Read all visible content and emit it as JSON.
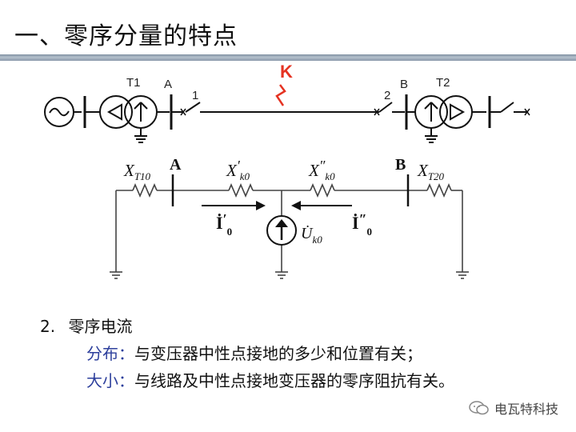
{
  "title": "一、零序分量的特点",
  "diagram": {
    "single_line": {
      "fault_label": "K",
      "t1": "T1",
      "bus_a": "A",
      "point1": "1",
      "point2": "2",
      "bus_b": "B",
      "t2": "T2"
    },
    "equivalent": {
      "bus_a": "A",
      "bus_b": "B",
      "xt10_base": "X",
      "xt10_sub": "T10",
      "xk0p_base": "X",
      "xk0p_prime": "′",
      "xk0p_sub": "k0",
      "xk0pp_base": "X",
      "xk0pp_prime": "″",
      "xk0pp_sub": "k0",
      "xt20_base": "X",
      "xt20_sub": "T20",
      "i0p_base": "İ",
      "i0p_prime": "′",
      "i0p_sub": "0",
      "i0pp_base": "İ",
      "i0pp_prime": "″",
      "i0pp_sub": "0",
      "uk0_base": "U̇",
      "uk0_sub": "k0"
    }
  },
  "point": {
    "number": "2.",
    "heading": "零序电流"
  },
  "distribution": {
    "key": "分布：",
    "text": "与变压器中性点接地的多少和位置有关；"
  },
  "magnitude": {
    "key": "大小：",
    "text": "与线路及中性点接地变压器的零序阻抗有关。"
  },
  "watermark": {
    "text": "电瓦特科技"
  },
  "colors": {
    "fault": "#e53322",
    "key_text": "#2d3f9c",
    "title_bar": "#8c9bab"
  }
}
